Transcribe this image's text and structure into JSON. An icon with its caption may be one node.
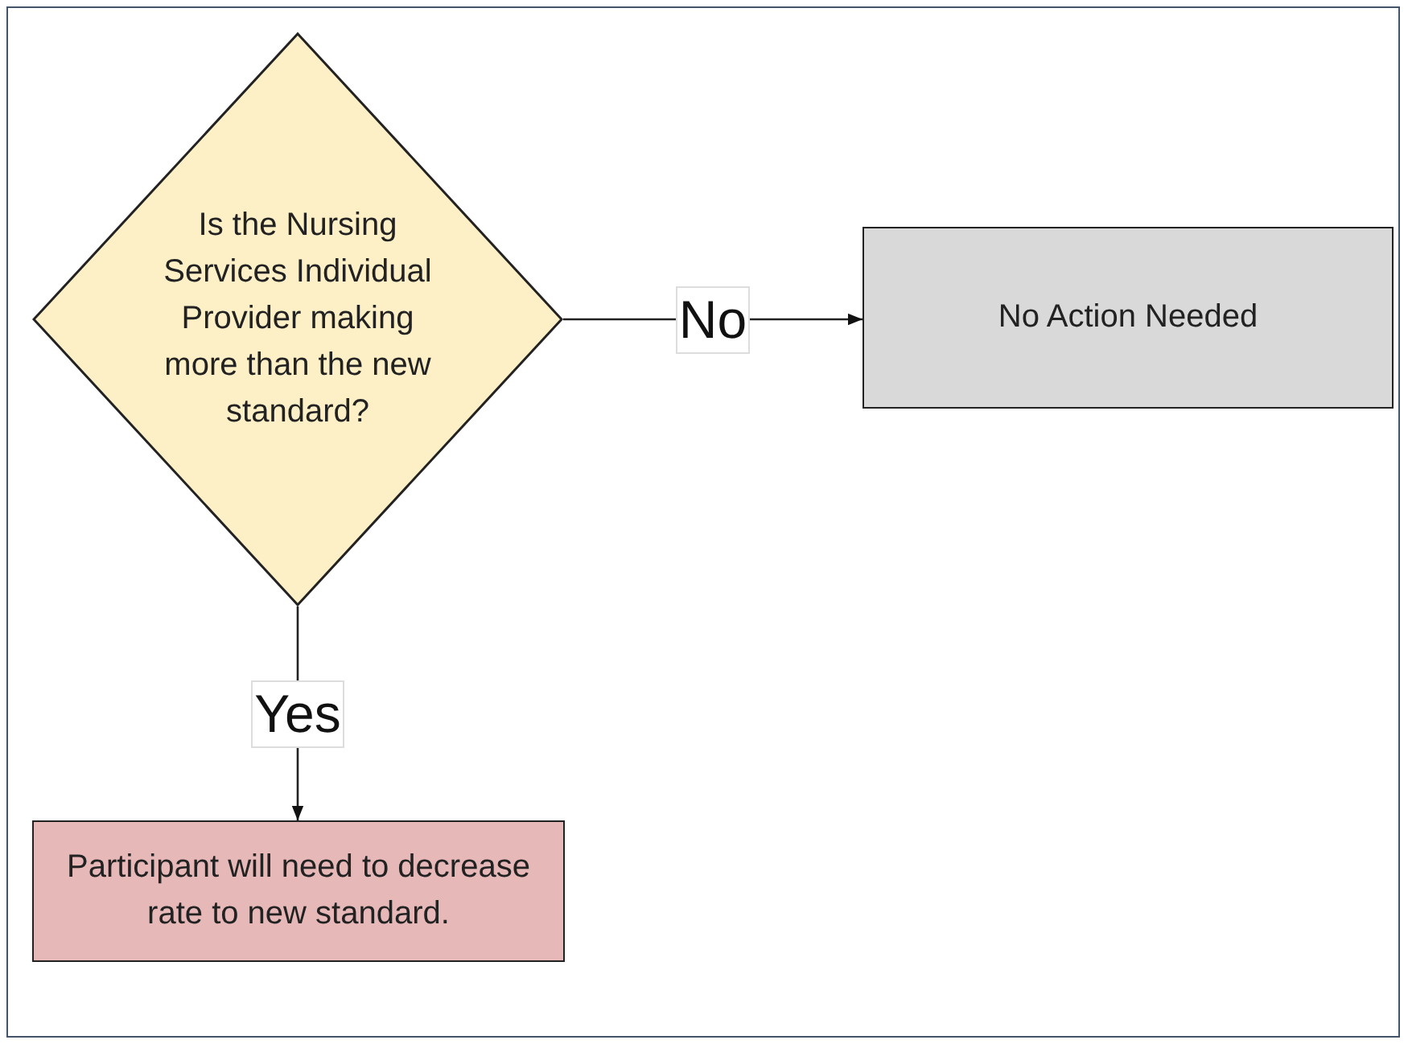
{
  "diagram": {
    "nodes": [
      {
        "text": [
          "Is the Nursing Services Individual Provider making more than the new standard?"
        ]
      },
      {
        "text": [
          "No Action Needed"
        ]
      },
      {
        "text": [
          "Participant will need to decrease rate to new standard."
        ]
      }
    ],
    "edges": [
      {
        "from": 0,
        "to": 1,
        "arrow": "to",
        "label": "No"
      },
      {
        "from": 0,
        "to": 2,
        "arrow": "to",
        "label": "Yes"
      }
    ]
  }
}
